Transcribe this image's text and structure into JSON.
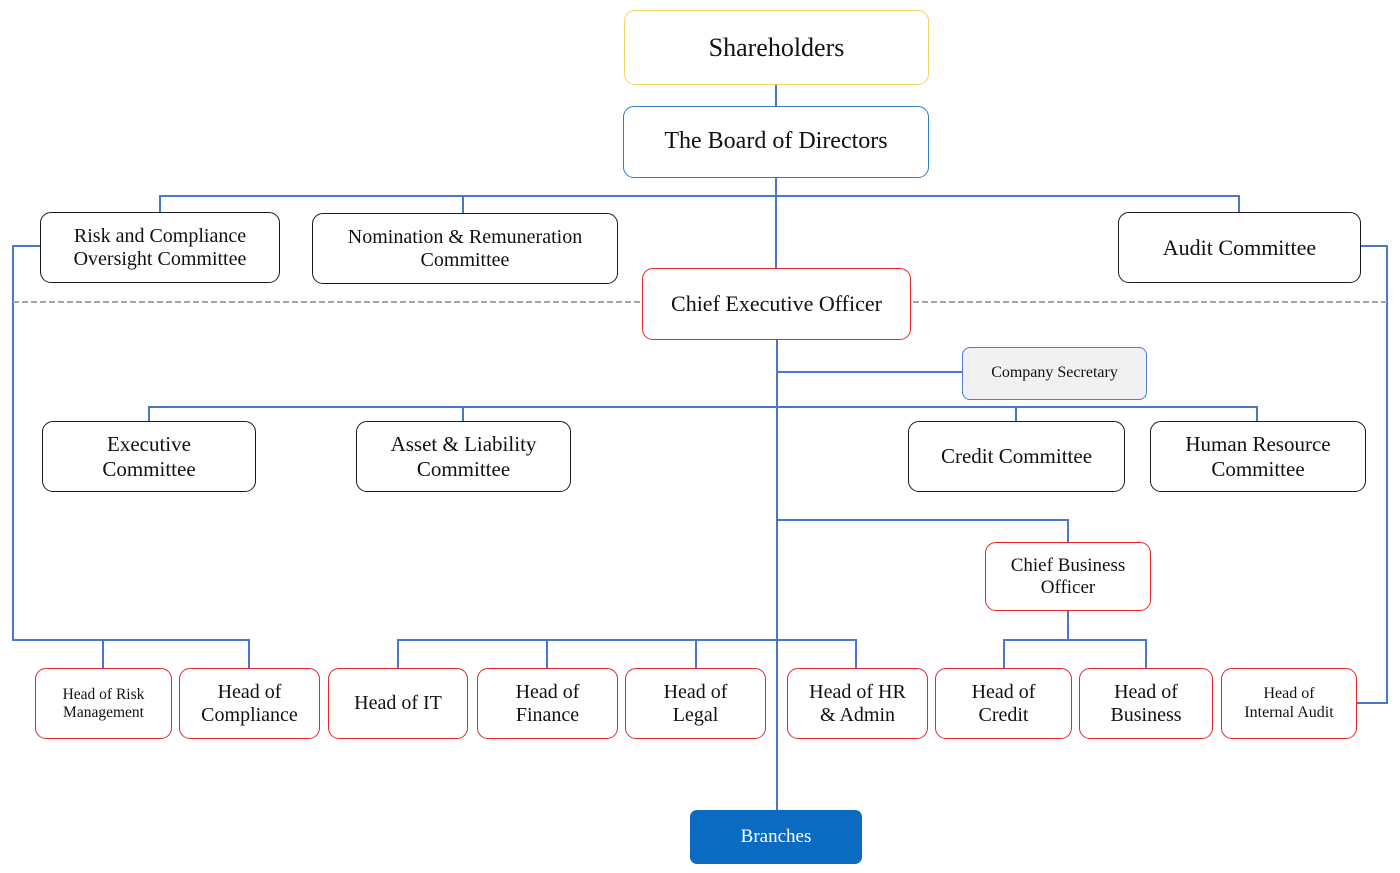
{
  "diagram": {
    "type": "org-chart",
    "colors": {
      "connector": "#4a78c9",
      "divider": "#a6a6a6",
      "governance_border": "#1a1a1a",
      "executive_border": "#e8262a",
      "shareholders_border": "#f2d56a",
      "board_border": "#2e7dc4",
      "secretary_fill": "#f1f1f1",
      "branches_fill": "#0b6bc0"
    },
    "nodes": {
      "shareholders": "Shareholders",
      "board": "The Board of Directors",
      "risk_committee": "Risk and Compliance\nOversight Committee",
      "nomination_committee": "Nomination & Remuneration\nCommittee",
      "audit_committee": "Audit Committee",
      "ceo": "Chief Executive Officer",
      "company_secretary": "Company Secretary",
      "executive_committee": "Executive\nCommittee",
      "alco": "Asset & Liability\nCommittee",
      "credit_committee": "Credit Committee",
      "hr_committee": "Human Resource\nCommittee",
      "cbo": "Chief Business\nOfficer",
      "head_risk": "Head of Risk\nManagement",
      "head_compliance": "Head of\nCompliance",
      "head_it": "Head of IT",
      "head_finance": "Head of\nFinance",
      "head_legal": "Head of\nLegal",
      "head_hr": "Head of HR\n& Admin",
      "head_credit": "Head of\nCredit",
      "head_business": "Head of\nBusiness",
      "head_internal_audit": "Head of\nInternal Audit",
      "branches": "Branches"
    },
    "edges": [
      [
        "shareholders",
        "board"
      ],
      [
        "board",
        "risk_committee"
      ],
      [
        "board",
        "nomination_committee"
      ],
      [
        "board",
        "audit_committee"
      ],
      [
        "board",
        "ceo"
      ],
      [
        "risk_committee",
        "head_risk"
      ],
      [
        "risk_committee",
        "head_compliance"
      ],
      [
        "audit_committee",
        "head_internal_audit"
      ],
      [
        "ceo",
        "company_secretary"
      ],
      [
        "ceo",
        "executive_committee"
      ],
      [
        "ceo",
        "alco"
      ],
      [
        "ceo",
        "credit_committee"
      ],
      [
        "ceo",
        "hr_committee"
      ],
      [
        "ceo",
        "cbo"
      ],
      [
        "ceo",
        "head_it"
      ],
      [
        "ceo",
        "head_finance"
      ],
      [
        "ceo",
        "head_legal"
      ],
      [
        "ceo",
        "head_hr"
      ],
      [
        "ceo",
        "branches"
      ],
      [
        "cbo",
        "head_credit"
      ],
      [
        "cbo",
        "head_business"
      ]
    ]
  }
}
